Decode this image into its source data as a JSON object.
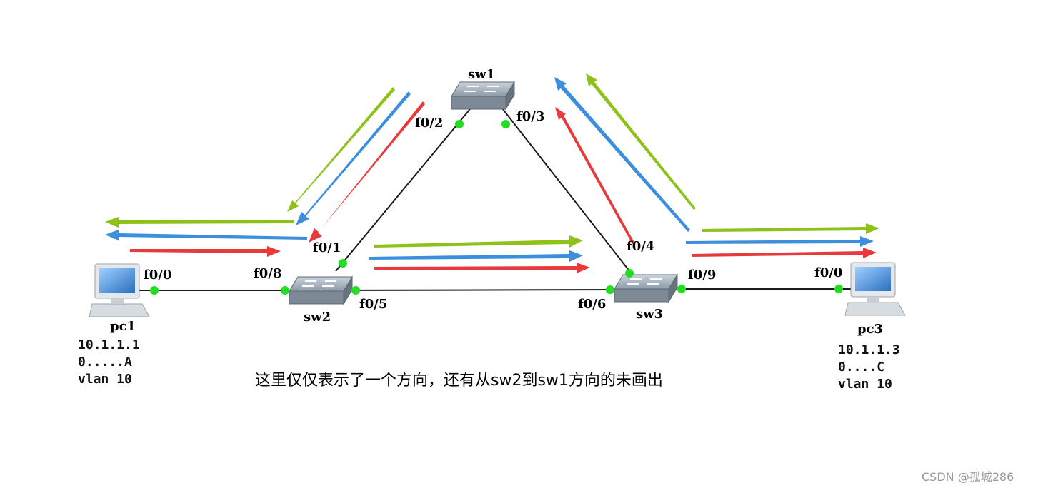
{
  "devices": {
    "sw1": "sw1",
    "sw2": "sw2",
    "sw3": "sw3",
    "pc1": "pc1",
    "pc3": "pc3"
  },
  "ports": {
    "sw1_f02": "f0/2",
    "sw1_f03": "f0/3",
    "sw2_f01": "f0/1",
    "sw2_f08": "f0/8",
    "sw2_f05": "f0/5",
    "sw3_f04": "f0/4",
    "sw3_f06": "f0/6",
    "sw3_f09": "f0/9",
    "pc1_f00": "f0/0",
    "pc3_f00": "f0/0"
  },
  "pc1_info": {
    "ip": "10.1.1.1",
    "mac": "0.....A",
    "vlan": "vlan 10"
  },
  "pc3_info": {
    "ip": "10.1.1.3",
    "mac": "0....C",
    "vlan": "vlan 10"
  },
  "caption": "这里仅仅表示了一个方向，还有从sw2到sw1方向的未画出",
  "watermark": "CSDN @孤城286",
  "colors": {
    "green": "#8ec21b",
    "blue": "#3c8fdc",
    "red": "#e83a3a",
    "link": "#1a1a1a",
    "port": "#22dd22",
    "switch": "#8a98a4"
  }
}
